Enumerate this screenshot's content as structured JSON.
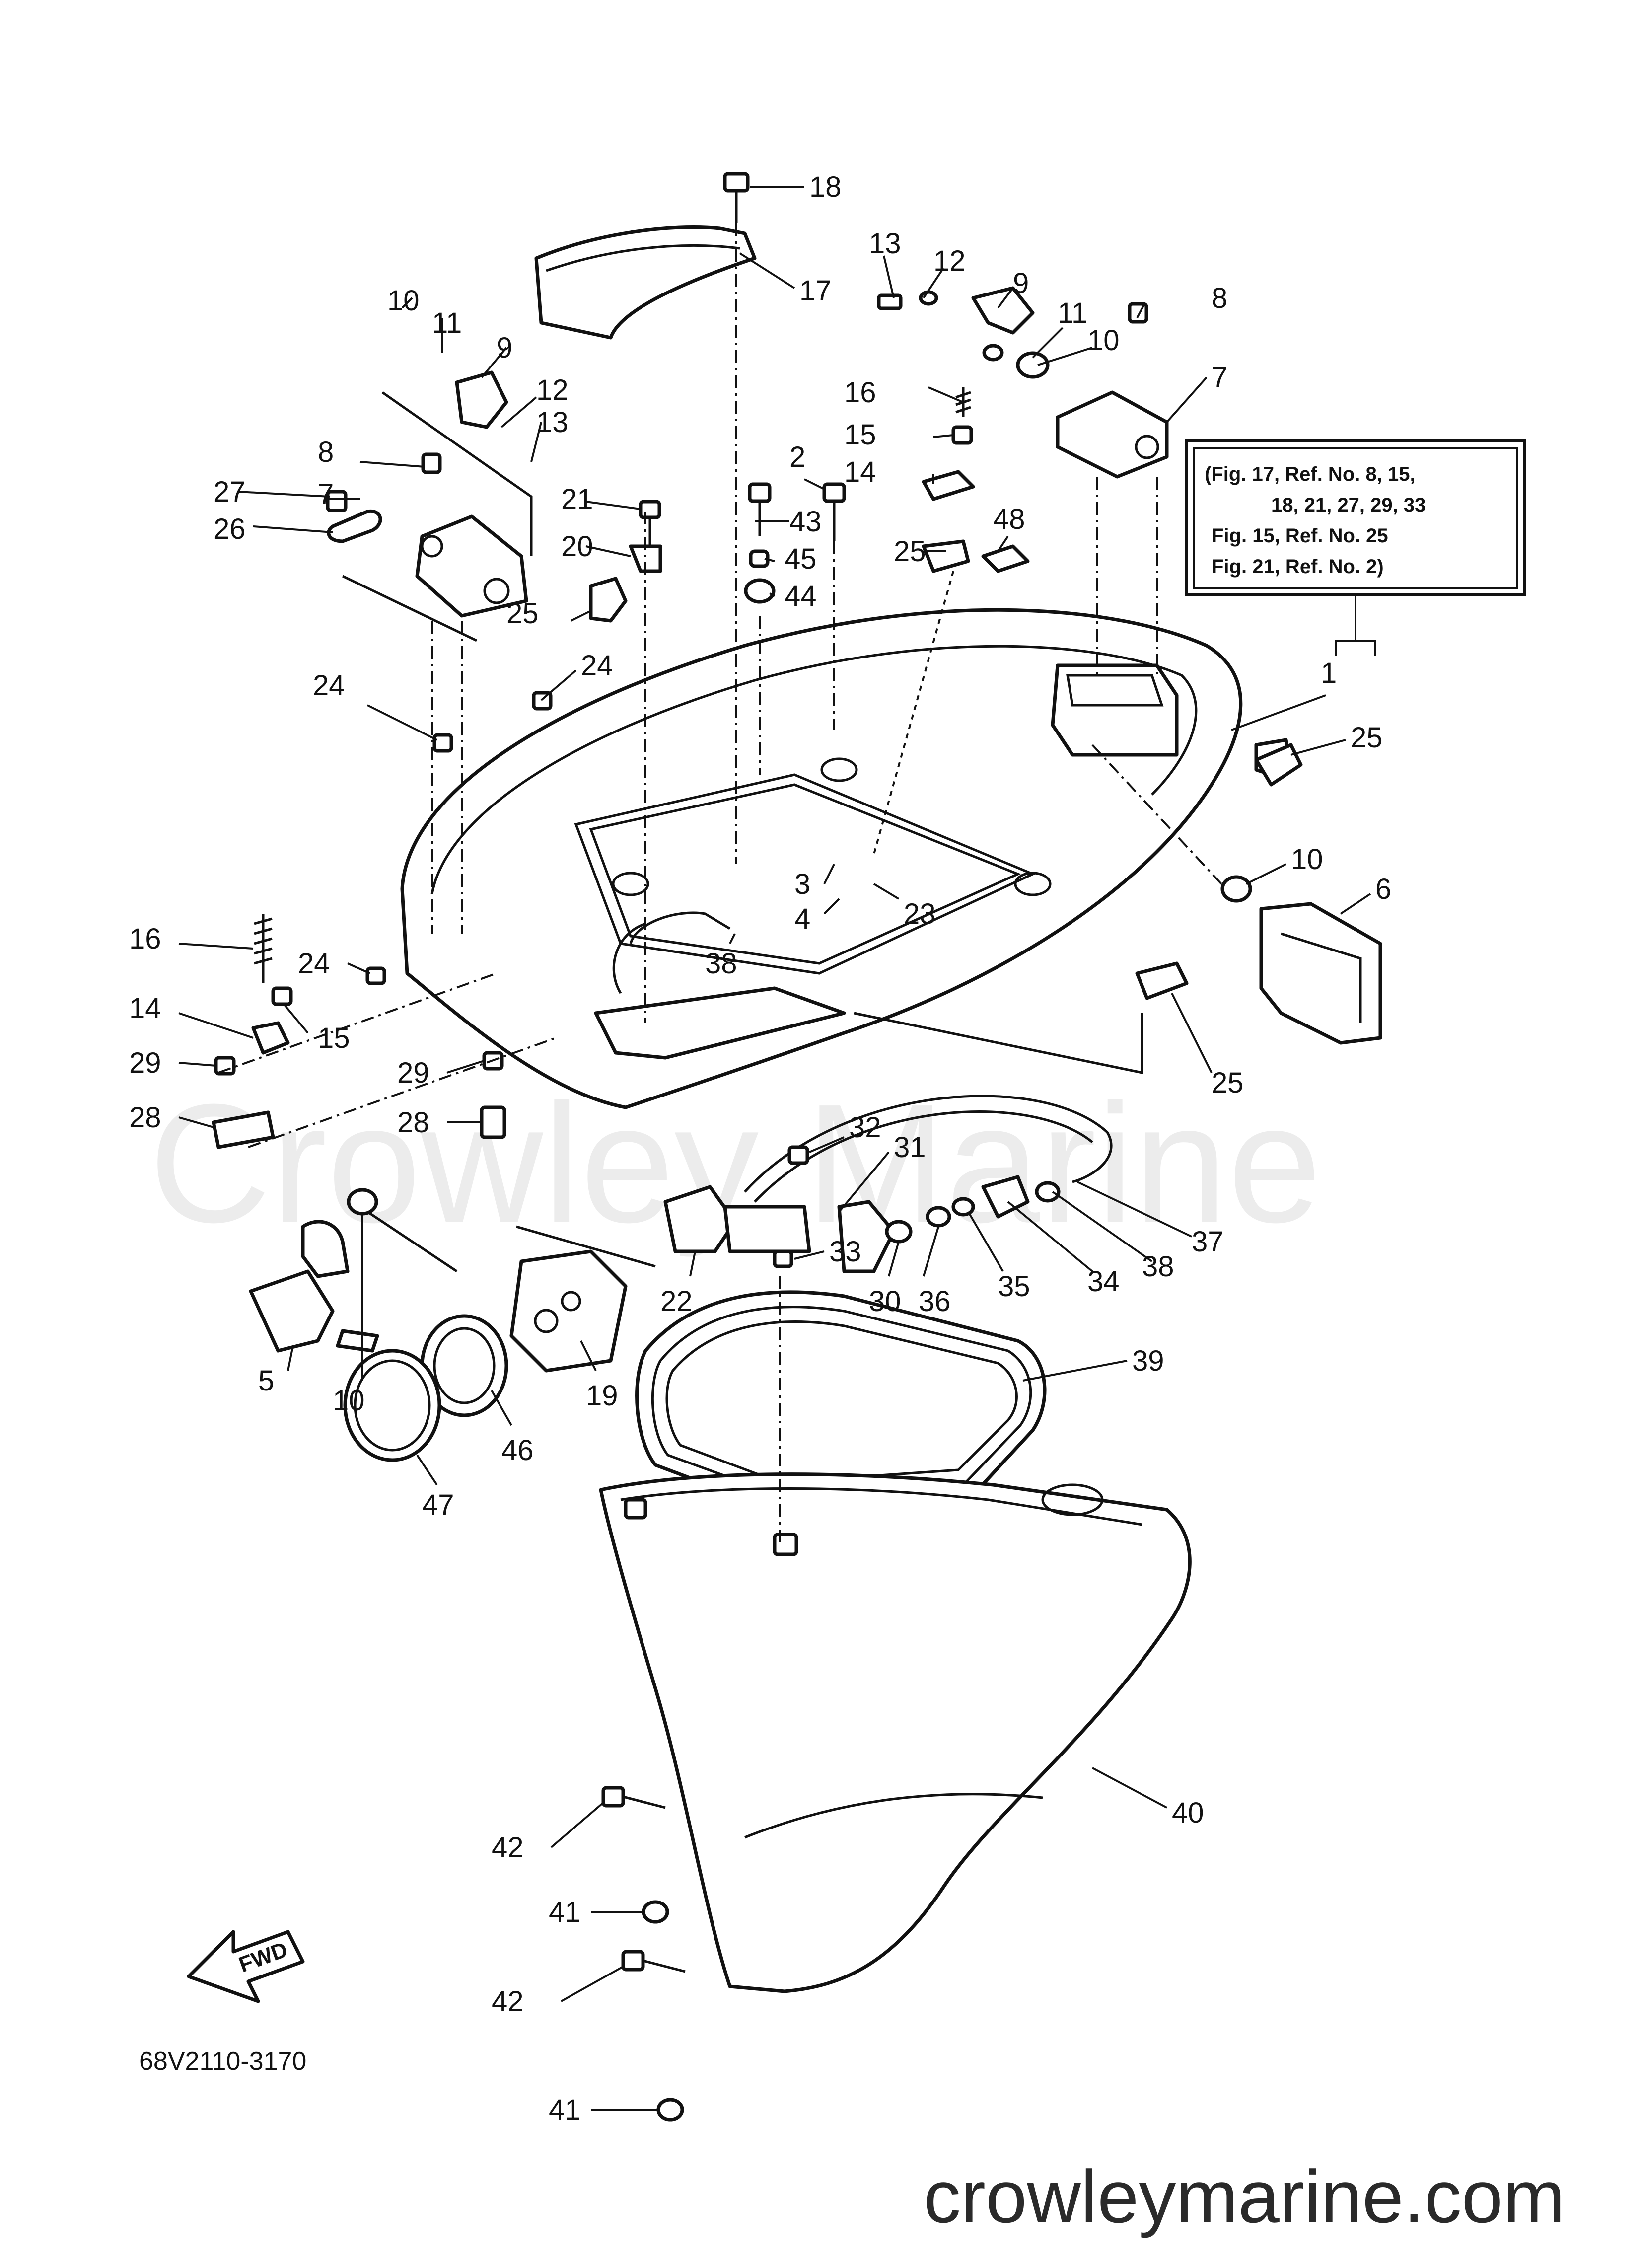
{
  "diagram": {
    "drawing_code": "68V2110-3170",
    "fwd_label": "FWD",
    "watermark": "Crowley Marine",
    "site_url": "crowleymarine.com",
    "reference_note": [
      "(Fig. 17, Ref. No. 8, 15,",
      "18, 21, 27, 29, 33",
      "Fig. 15, Ref. No. 25",
      "Fig. 21, Ref. No. 2)"
    ],
    "callouts": [
      {
        "id": "c18",
        "text": "18"
      },
      {
        "id": "c17",
        "text": "17"
      },
      {
        "id": "c13r",
        "text": "13"
      },
      {
        "id": "c12r",
        "text": "12"
      },
      {
        "id": "c9r",
        "text": "9"
      },
      {
        "id": "c11r",
        "text": "11"
      },
      {
        "id": "c10r",
        "text": "10"
      },
      {
        "id": "c8r",
        "text": "8"
      },
      {
        "id": "c7r",
        "text": "7"
      },
      {
        "id": "c16r",
        "text": "16"
      },
      {
        "id": "c15r",
        "text": "15"
      },
      {
        "id": "c14r",
        "text": "14"
      },
      {
        "id": "c2",
        "text": "2"
      },
      {
        "id": "c43",
        "text": "43"
      },
      {
        "id": "c45",
        "text": "45"
      },
      {
        "id": "c44",
        "text": "44"
      },
      {
        "id": "c48",
        "text": "48"
      },
      {
        "id": "c25a",
        "text": "25"
      },
      {
        "id": "c10l",
        "text": "10"
      },
      {
        "id": "c11l",
        "text": "11"
      },
      {
        "id": "c9l",
        "text": "9"
      },
      {
        "id": "c12l",
        "text": "12"
      },
      {
        "id": "c13l",
        "text": "13"
      },
      {
        "id": "c8l",
        "text": "8"
      },
      {
        "id": "c7l",
        "text": "7"
      },
      {
        "id": "c27",
        "text": "27"
      },
      {
        "id": "c26",
        "text": "26"
      },
      {
        "id": "c21",
        "text": "21"
      },
      {
        "id": "c20",
        "text": "20"
      },
      {
        "id": "c25b",
        "text": "25"
      },
      {
        "id": "c24a",
        "text": "24"
      },
      {
        "id": "c24b",
        "text": "24"
      },
      {
        "id": "c1",
        "text": "1"
      },
      {
        "id": "c25c",
        "text": "25"
      },
      {
        "id": "c10m",
        "text": "10"
      },
      {
        "id": "c6",
        "text": "6"
      },
      {
        "id": "c3",
        "text": "3"
      },
      {
        "id": "c4",
        "text": "4"
      },
      {
        "id": "c23",
        "text": "23"
      },
      {
        "id": "c38a",
        "text": "38"
      },
      {
        "id": "c16l",
        "text": "16"
      },
      {
        "id": "c24c",
        "text": "24"
      },
      {
        "id": "c14l",
        "text": "14"
      },
      {
        "id": "c15l",
        "text": "15"
      },
      {
        "id": "c29a",
        "text": "29"
      },
      {
        "id": "c29b",
        "text": "29"
      },
      {
        "id": "c28a",
        "text": "28"
      },
      {
        "id": "c28b",
        "text": "28"
      },
      {
        "id": "c25d",
        "text": "25"
      },
      {
        "id": "c32",
        "text": "32"
      },
      {
        "id": "c31",
        "text": "31"
      },
      {
        "id": "c22",
        "text": "22"
      },
      {
        "id": "c5",
        "text": "5"
      },
      {
        "id": "c10b",
        "text": "10"
      },
      {
        "id": "c33",
        "text": "33"
      },
      {
        "id": "c30",
        "text": "30"
      },
      {
        "id": "c36",
        "text": "36"
      },
      {
        "id": "c35",
        "text": "35"
      },
      {
        "id": "c34",
        "text": "34"
      },
      {
        "id": "c38b",
        "text": "38"
      },
      {
        "id": "c37",
        "text": "37"
      },
      {
        "id": "c19",
        "text": "19"
      },
      {
        "id": "c46",
        "text": "46"
      },
      {
        "id": "c47",
        "text": "47"
      },
      {
        "id": "c39",
        "text": "39"
      },
      {
        "id": "c40",
        "text": "40"
      },
      {
        "id": "c42a",
        "text": "42"
      },
      {
        "id": "c41a",
        "text": "41"
      },
      {
        "id": "c42b",
        "text": "42"
      },
      {
        "id": "c41b",
        "text": "41"
      }
    ]
  }
}
